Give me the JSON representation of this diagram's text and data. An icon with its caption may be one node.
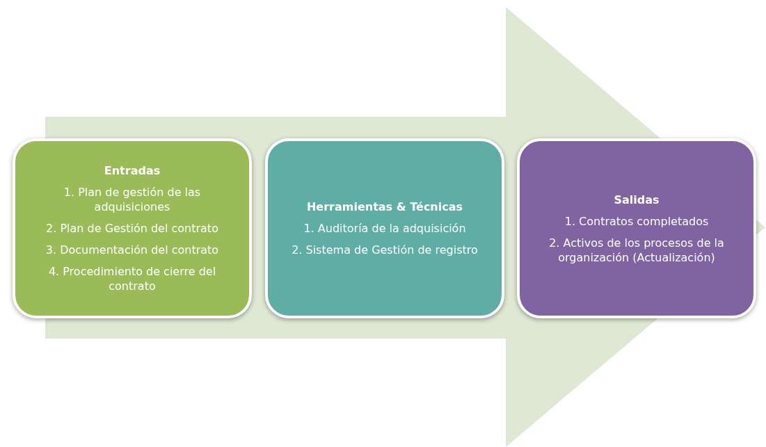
{
  "diagram": {
    "nodes": [
      {
        "text": [
          "Entradas",
          "1. Plan de gestión de las adquisiciones",
          "2. Plan de Gestión del contrato",
          "3. Documentación del contrato",
          "4. Procedimiento de cierre del contrato"
        ]
      },
      {
        "text": [
          "Herramientas & Técnicas",
          "1. Auditoría de la adquisición",
          "2. Sistema de Gestión de registro"
        ]
      },
      {
        "text": [
          "Salidas",
          "1. Contratos completados",
          "2. Activos de los procesos de la organización (Actualización)"
        ]
      }
    ],
    "edges": [
      {
        "from": 0,
        "to": 2,
        "arrow": "to"
      }
    ]
  }
}
